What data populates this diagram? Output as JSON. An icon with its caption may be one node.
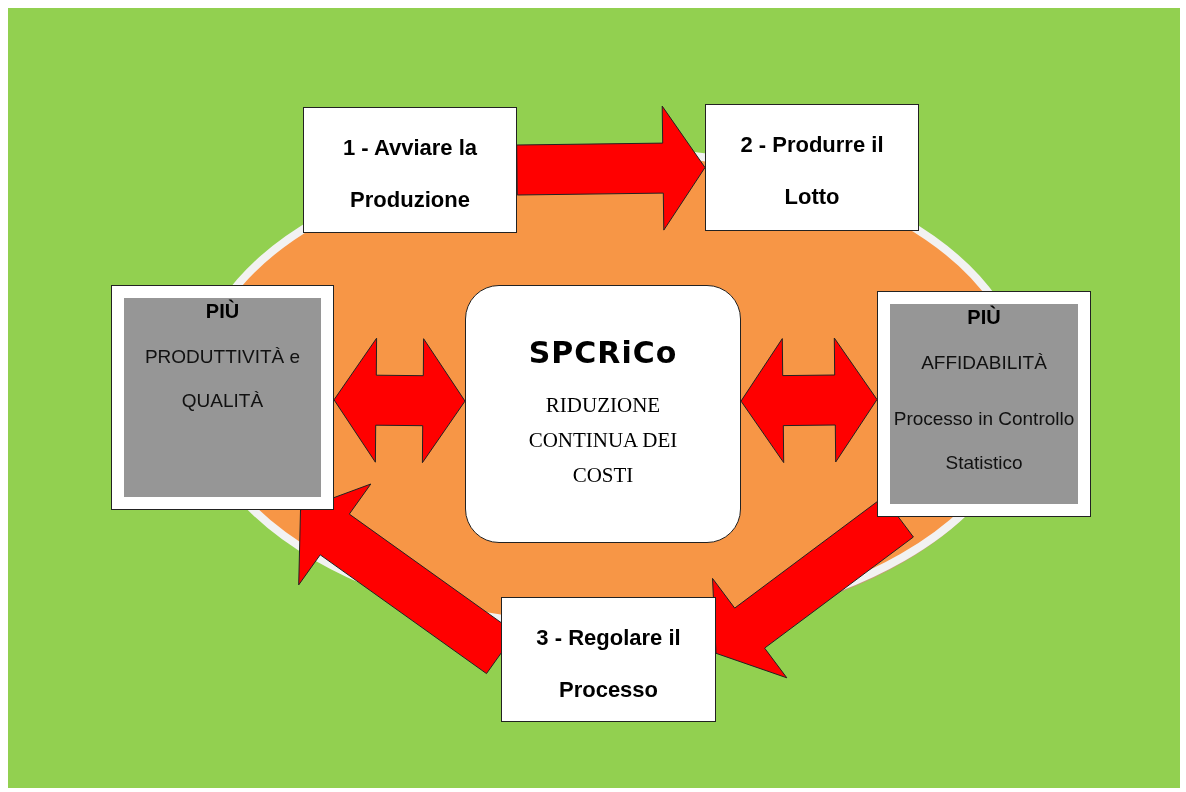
{
  "diagram": {
    "nodes": [
      {
        "text": [
          "1 - Avviare la Produzione"
        ]
      },
      {
        "text": [
          "2 - Produrre il Lotto"
        ]
      },
      {
        "text": [
          "PIÙ",
          "PRODUTTIVITÀ e QUALITÀ"
        ]
      },
      {
        "text": [
          "SPCRiCo",
          "RIDUZIONE CONTINUA DEI COSTI"
        ]
      },
      {
        "text": [
          "PIÙ",
          "AFFIDABILITÀ",
          "Processo in Controllo Statistico"
        ]
      },
      {
        "text": [
          "3 - Regolare il Processo"
        ]
      }
    ],
    "edges": [
      {
        "from": 0,
        "to": 1,
        "arrow": "to"
      },
      {
        "from": 3,
        "to": 2,
        "arrow": "both"
      },
      {
        "from": 3,
        "to": 4,
        "arrow": "both"
      },
      {
        "from": 4,
        "to": 5,
        "arrow": "to"
      },
      {
        "from": 5,
        "to": 2,
        "arrow": "to"
      }
    ]
  }
}
